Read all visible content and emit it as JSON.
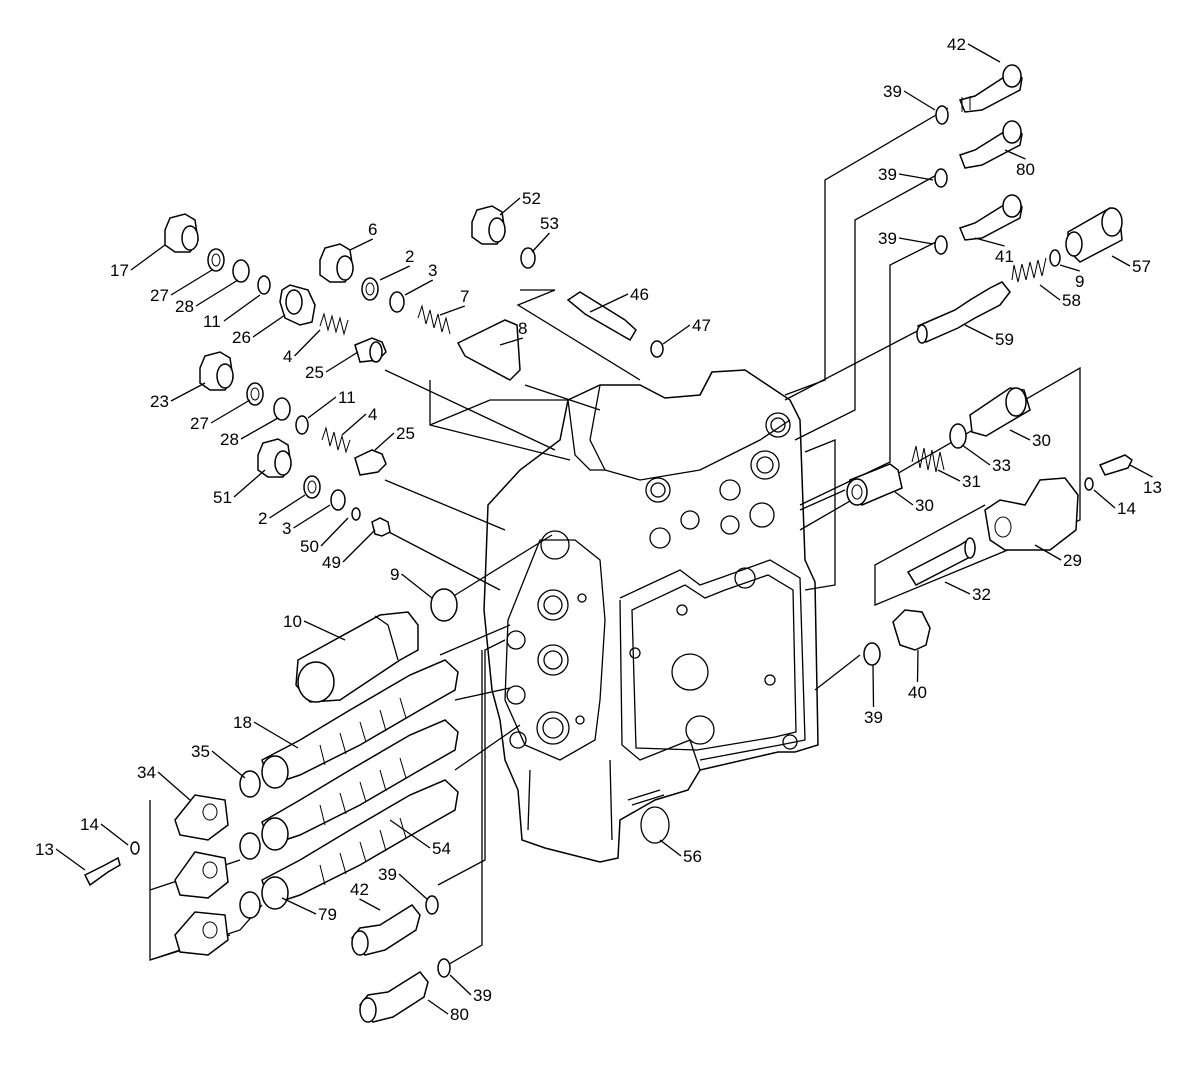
{
  "part_labels": [
    "42",
    "39",
    "80",
    "39",
    "41",
    "39",
    "9",
    "57",
    "58",
    "59",
    "52",
    "53",
    "46",
    "47",
    "17",
    "6",
    "2",
    "3",
    "7",
    "8",
    "27",
    "28",
    "11",
    "26",
    "4",
    "25",
    "23",
    "27",
    "28",
    "11",
    "4",
    "25",
    "30",
    "33",
    "31",
    "30",
    "13",
    "14",
    "51",
    "2",
    "3",
    "50",
    "49",
    "9",
    "29",
    "32",
    "10",
    "18",
    "35",
    "34",
    "14",
    "13",
    "54",
    "79",
    "39",
    "42",
    "40",
    "39",
    "56",
    "39",
    "80"
  ]
}
